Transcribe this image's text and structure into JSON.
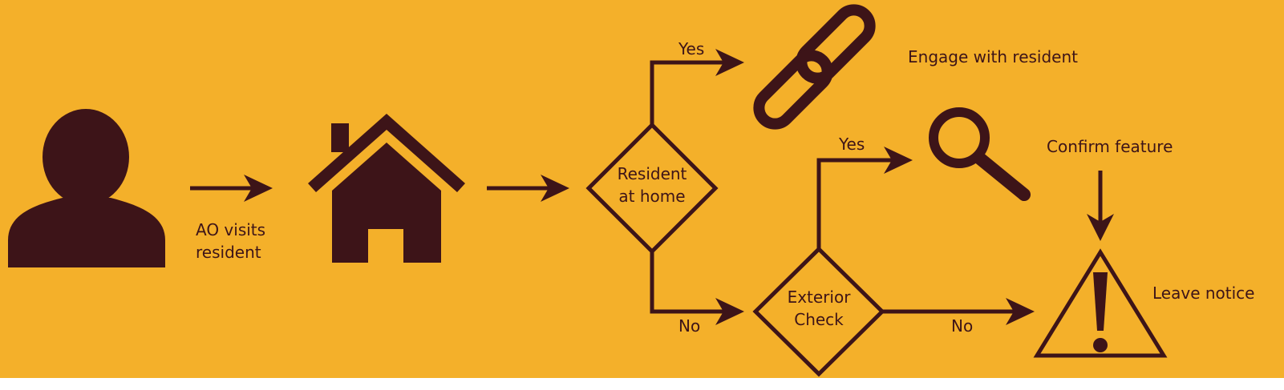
{
  "colors": {
    "background": "#F4B02A",
    "ink": "#3D1418",
    "page": "#FFFFFF"
  },
  "icons": [
    "person-icon",
    "house-icon",
    "chain-link-icon",
    "magnifier-icon",
    "warning-icon"
  ],
  "labels": {
    "ao_visits_line1": "AO visits",
    "ao_visits_line2": "resident",
    "decision1_line1": "Resident",
    "decision1_line2": "at home",
    "decision1_yes": "Yes",
    "decision1_no": "No",
    "engage": "Engage with resident",
    "decision2_line1": "Exterior",
    "decision2_line2": "Check",
    "decision2_yes": "Yes",
    "decision2_no": "No",
    "confirm": "Confirm feature",
    "leave_notice": "Leave notice"
  }
}
